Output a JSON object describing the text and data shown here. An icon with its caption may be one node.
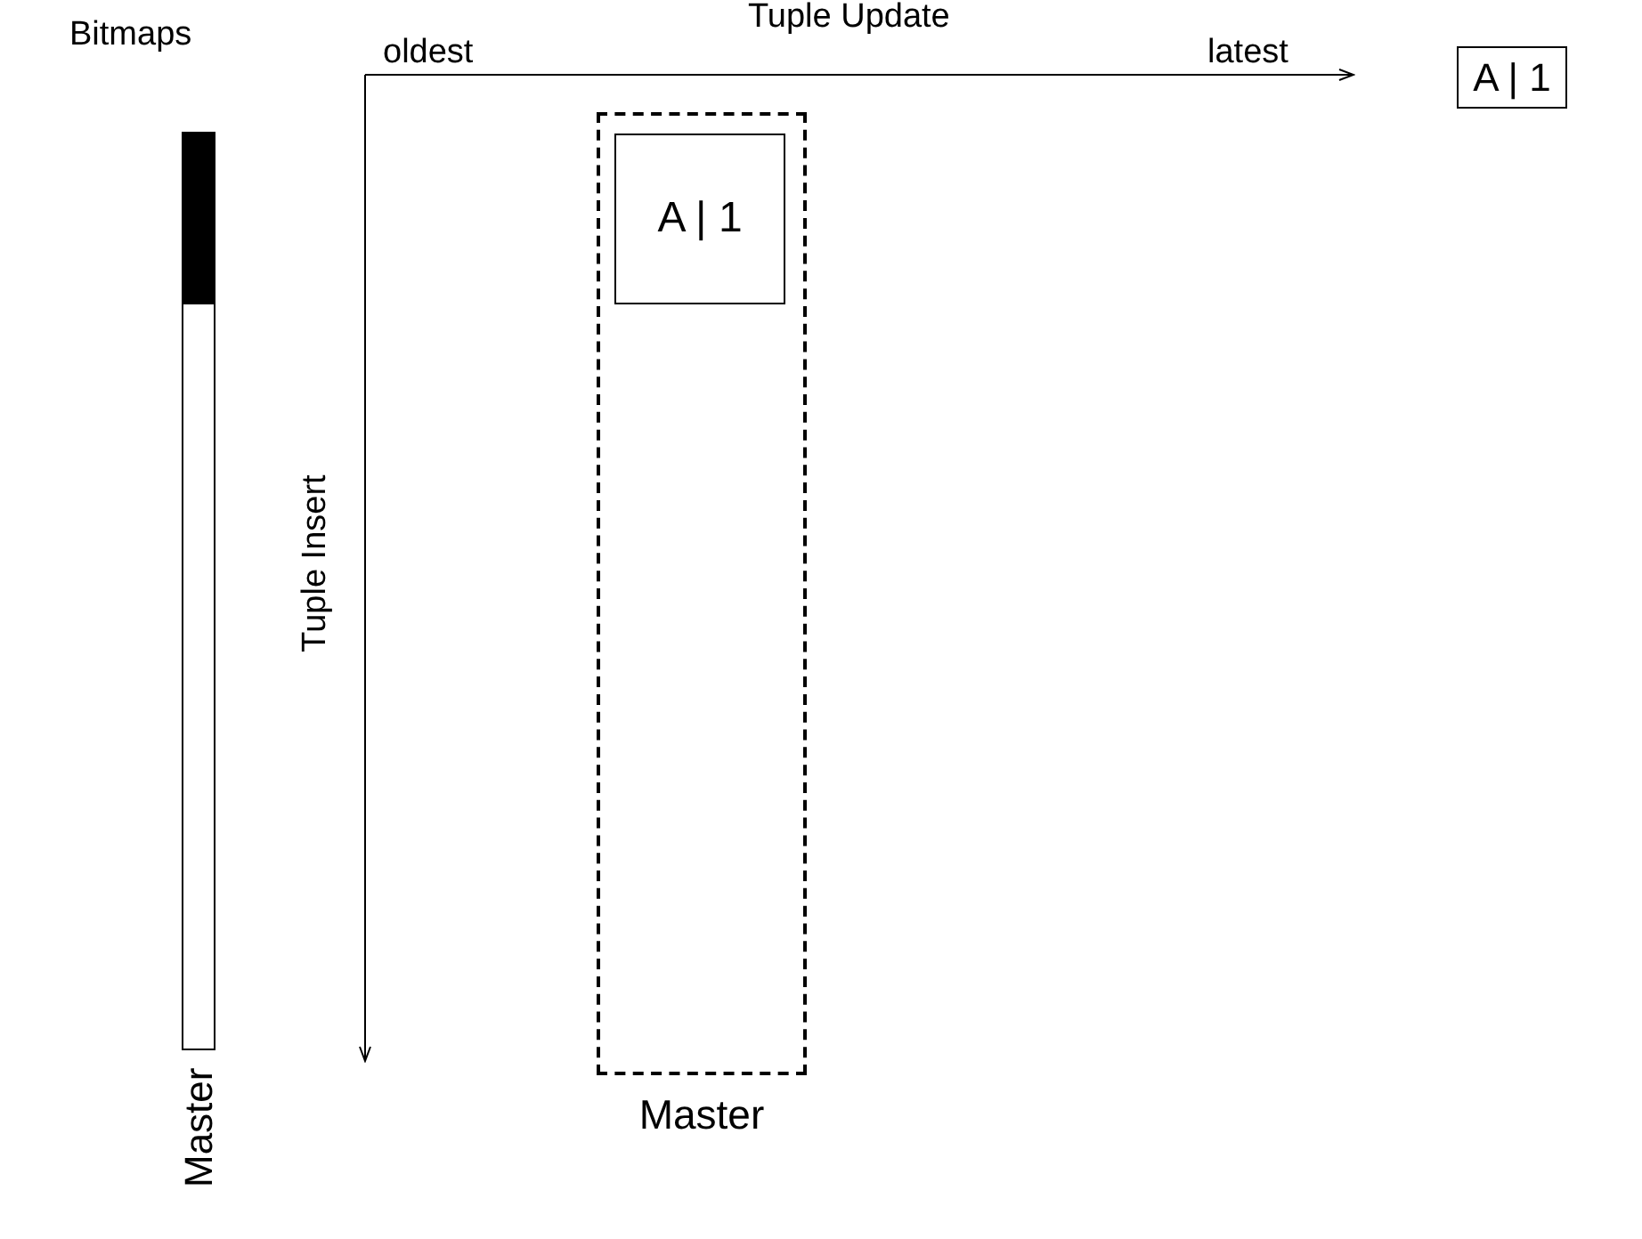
{
  "diagram": {
    "nodes": [
      {
        "text": [
          "Master"
        ]
      },
      {
        "text": [
          "Master"
        ]
      },
      {
        "text": [
          "A | 1"
        ],
        "in": 1
      },
      {
        "text": [
          "A | 1"
        ]
      }
    ],
    "labels": [
      "Bitmaps",
      "oldest",
      "Tuple Update",
      "latest",
      "Tuple Insert"
    ]
  }
}
